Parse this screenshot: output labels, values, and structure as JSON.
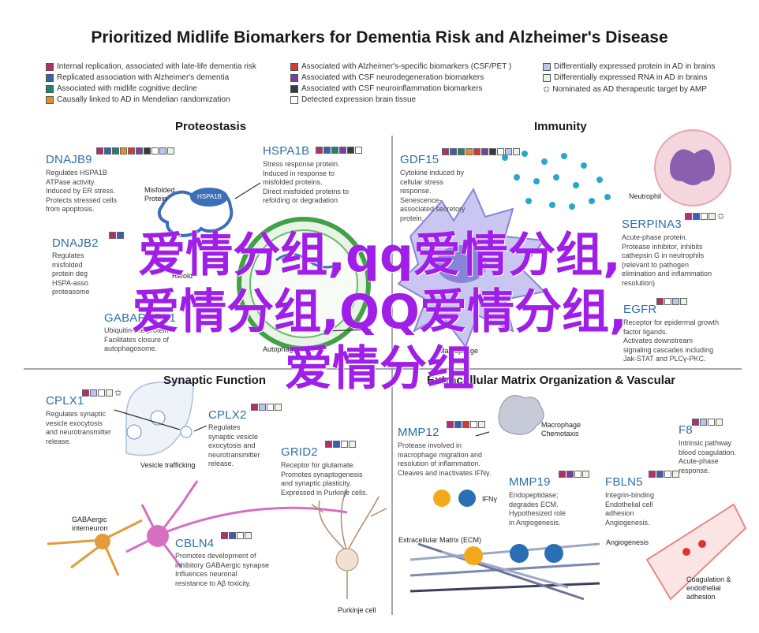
{
  "title": "Prioritized Midlife Biomarkers for Dementia Risk and Alzheimer's Disease",
  "legend": [
    {
      "label": "Internal replication, associated with late-life dementia risk",
      "color": "#b0306a"
    },
    {
      "label": "Replicated association with Alzheimer's dementia",
      "color": "#3b5fb0"
    },
    {
      "label": "Associated with midlife cognitive decline",
      "color": "#23806f"
    },
    {
      "label": "Causally linked to AD in Mendelian randomization",
      "color": "#e0902a"
    },
    {
      "label": "Associated with Alzheimer's-specific biomarkers (CSF/PET )",
      "color": "#d43a33"
    },
    {
      "label": "Associated with CSF neurodegeneration biomarkers",
      "color": "#7a3fa0"
    },
    {
      "label": "Associated with CSF neuroinflammation biomarkers",
      "color": "#333a44"
    },
    {
      "label": "Detected expression brain tissue",
      "color": "#ffffff"
    },
    {
      "label": "Differentially expressed protein in AD in brains",
      "color": "#b7c6ea"
    },
    {
      "label": "Differentially expressed RNA in AD in brains",
      "color": "#e8f5e0"
    },
    {
      "label": "Nominated as AD therapeutic target by AMP",
      "color": "star"
    }
  ],
  "sections": {
    "proteostasis": "Proteostasis",
    "immunity": "Immunity",
    "synaptic": "Synaptic Function",
    "ecm": "Extracellular Matrix Organization & Vascular"
  },
  "genes": {
    "dnajb9": {
      "name": "DNAJB9",
      "desc": "Regulates HSPA1B\nATPase activity.\nInduced by ER stress.\nProtects stressed cells\nfrom apoptosis."
    },
    "hspa1b": {
      "name": "HSPA1B",
      "desc": "Stress response protein.\nInduced in response to\nmisfolded proteins.\nDirect misfolded proteins to\nrefolding or degradation"
    },
    "dnajb2": {
      "name": "DNAJB2",
      "desc": "Regulates\nmisfolded\nprotein deg\nHSPA-asso\nproteasome"
    },
    "gabarapl1": {
      "name": "GABARAPL1",
      "desc": "Ubiquitin-like protein\nFacilitates closure of\nautophagosome."
    },
    "gdf15": {
      "name": "GDF15",
      "desc": "Cytokine induced by\ncellular stress\nresponse.\nSenescence-\nassociated secretory\nprotein."
    },
    "serpina3": {
      "name": "SERPINA3",
      "desc": "Acute-phase protein.\nProtease inhibitor, inhibits\ncathepsin G in neutrophils\n(relevant to pathogen\nelimination and inflammation\nresolution)"
    },
    "egfr": {
      "name": "EGFR",
      "desc": "Receptor for epidermal growth\nfactor ligands.\nActivates downstream\nsignaling cascades including\nJak-STAT and PLCγ-PKC."
    },
    "cplx1": {
      "name": "CPLX1",
      "desc": "Regulates synaptic\nvesicle exocytosis\nand neurotransmitter\nrelease."
    },
    "cplx2": {
      "name": "CPLX2",
      "desc": "Regulates\nsynaptic vesicle\nexocytosis and\nneurotransmitter\nrelease."
    },
    "grid2": {
      "name": "GRID2",
      "desc": "Receptor for glutamate.\nPromotes synaptogenesis\nand synaptic plasticity.\nExpressed in Purkinje cells."
    },
    "cbln4": {
      "name": "CBLN4",
      "desc": "Promotes development of\ninhibitory GABAergic synapse\nInfluences neuronal\nresistance to Aβ toxicity."
    },
    "mmp12": {
      "name": "MMP12",
      "desc": "Protease involved in\nmacrophage migration and\nresolution of inflammation.\nCleaves and inactivates IFNγ."
    },
    "mmp19": {
      "name": "MMP19",
      "desc": "Endopeptidase;\ndegrades ECM.\nHypothesized role\nin Angiogenesis."
    },
    "f8": {
      "name": "F8",
      "desc": "Intrinsic pathway\nblood coagulation.\nAcute-phase\nresponse."
    },
    "fbln5": {
      "name": "FBLN5",
      "desc": "Integrin-binding\nEndothelial cell\nadhesion\nAngiogenesis."
    }
  },
  "labels": {
    "misfolded": "Misfolded\nProtein",
    "hspa1b_bubble": "HSPA1B",
    "refold": "Refold",
    "autophagosome": "Autophagosome",
    "neutrophil": "Neutrophil",
    "macrophage": "Macrophage",
    "vesicle": "Vesicle trafficking",
    "gaba": "GABAergic\ninterneuron",
    "purkinje": "Purkinje cell",
    "chemotaxis": "Macrophage\nChemotaxis",
    "ifng": "IFNγ",
    "ecm_label": "Extracellular Matrix (ECM)",
    "angiogenesis": "Angiogenesis",
    "coagulation": "Coagulation &\nendothelial\nadhesion"
  },
  "watermark": [
    "爱情分组,qq爱情分组,",
    "爱情分组,QQ爱情分组,",
    "爱情分组"
  ],
  "colors": {
    "gene_blue": "#2e6fa8",
    "watermark": "#9f1fe8",
    "divider": "#8a8a8a"
  }
}
